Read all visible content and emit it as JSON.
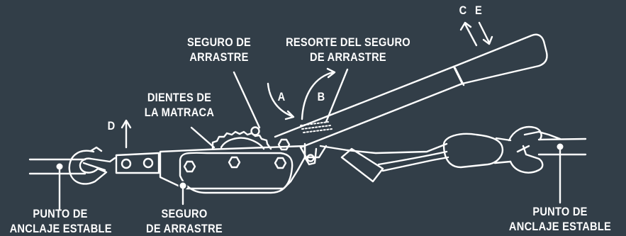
{
  "labels": {
    "seguro_top": [
      "SEGURO DE",
      "ARRASTRE"
    ],
    "resorte": [
      "RESORTE DEL SEGURO",
      "DE ARRASTRE"
    ],
    "dientes": [
      "DIENTES DE",
      "LA MATRACA"
    ],
    "punto_left": [
      "PUNTO DE",
      "ANCLAJE ESTABLE"
    ],
    "seguro_bottom": [
      "SEGURO",
      "DE ARRASTRE"
    ],
    "punto_right": [
      "PUNTO DE",
      "ANCLAJE ESTABLE"
    ],
    "letter_a": "A",
    "letter_b": "B",
    "letter_c": "C",
    "letter_e": "E",
    "letter_d": "D"
  },
  "colors": {
    "background": "#323e48",
    "ink": "#ffffff"
  }
}
